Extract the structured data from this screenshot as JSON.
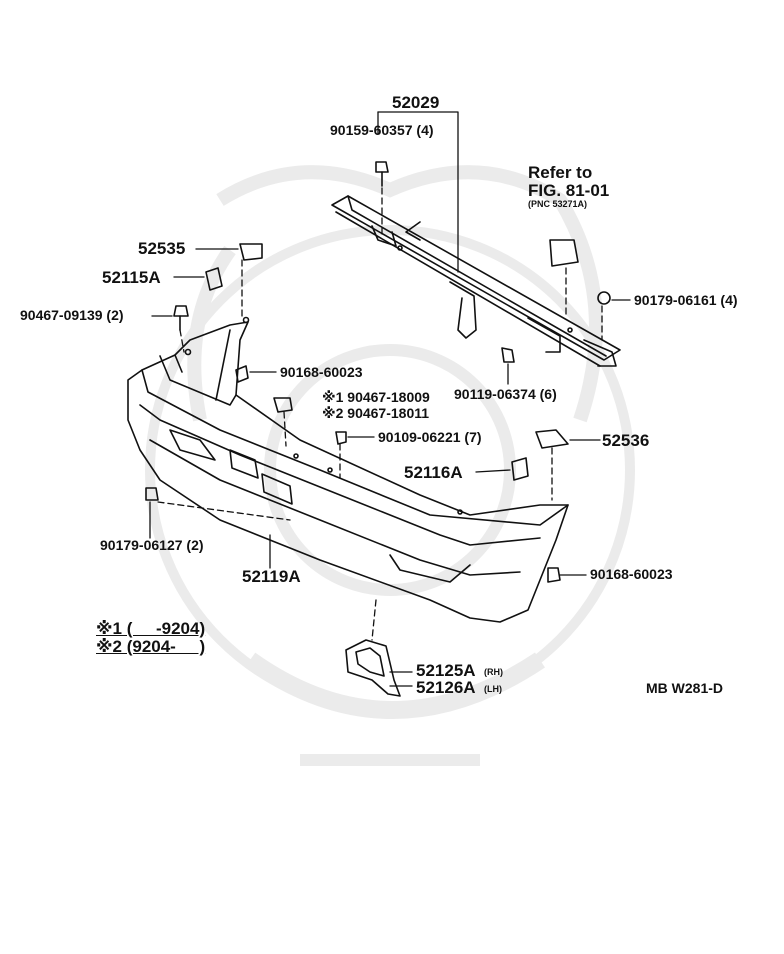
{
  "labels": {
    "assembly": "52029",
    "bolt_52029": "90159-60357 (4)",
    "refer_line1": "Refer to",
    "refer_line2": "FIG. 81-01",
    "refer_pnc": "(PNC 53271A)",
    "nut_right": "90179-06161 (4)",
    "retainer_52535": "52535",
    "spacer_52115A": "52115A",
    "clip_90467": "90467-09139 (2)",
    "screw_90168_a": "90168-60023",
    "clip_x1": "※1 90467-18009",
    "clip_x2": "※2 90467-18011",
    "bolt_90119": "90119-06374 (6)",
    "bolt_90109": "90109-06221 (7)",
    "retainer_52536": "52536",
    "spacer_52116A": "52116A",
    "nut_90179_06127": "90179-06127 (2)",
    "cover_52119A": "52119A",
    "screw_90168_b": "90168-60023",
    "legend_x1": "※1 (     -9204)",
    "legend_x2": "※2 (9204-     )",
    "grille_rh": "52125A",
    "grille_rh_tag": "(RH)",
    "grille_lh": "52126A",
    "grille_lh_tag": "(LH)",
    "diagram_code": "MB W281-D"
  },
  "colors": {
    "ink": "#111111",
    "watermark": "#e9e9e9"
  }
}
